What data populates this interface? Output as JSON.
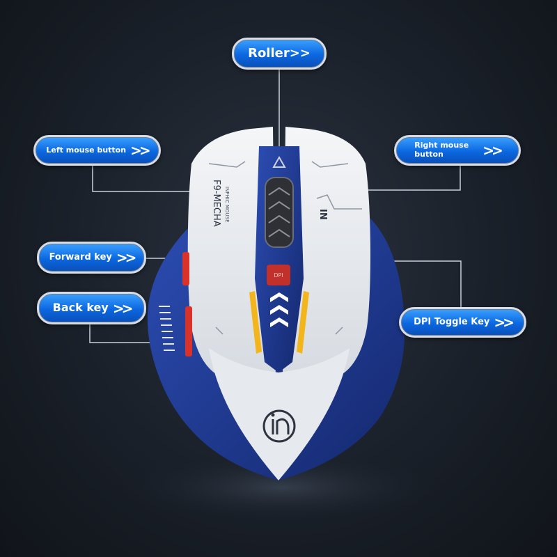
{
  "labels": {
    "roller": "Roller>>",
    "left_button": "Left mouse button",
    "right_button_line1": "Right mouse",
    "right_button_line2": "button",
    "forward_key": "Forward key",
    "back_key": "Back key",
    "dpi_toggle": "DPI Toggle Key",
    "chevrons": ">>"
  },
  "mouse": {
    "model": "F9-MECHA",
    "brand_sub": "INPHIC MOUSE",
    "left_mark": "IN",
    "dpi_button": "DPI"
  },
  "colors": {
    "callout_blue": "#0b67e0",
    "mouse_white": "#e9ecef",
    "mouse_navy": "#1f3a93",
    "accent_yellow": "#f2b51c",
    "accent_red": "#d8322b"
  }
}
